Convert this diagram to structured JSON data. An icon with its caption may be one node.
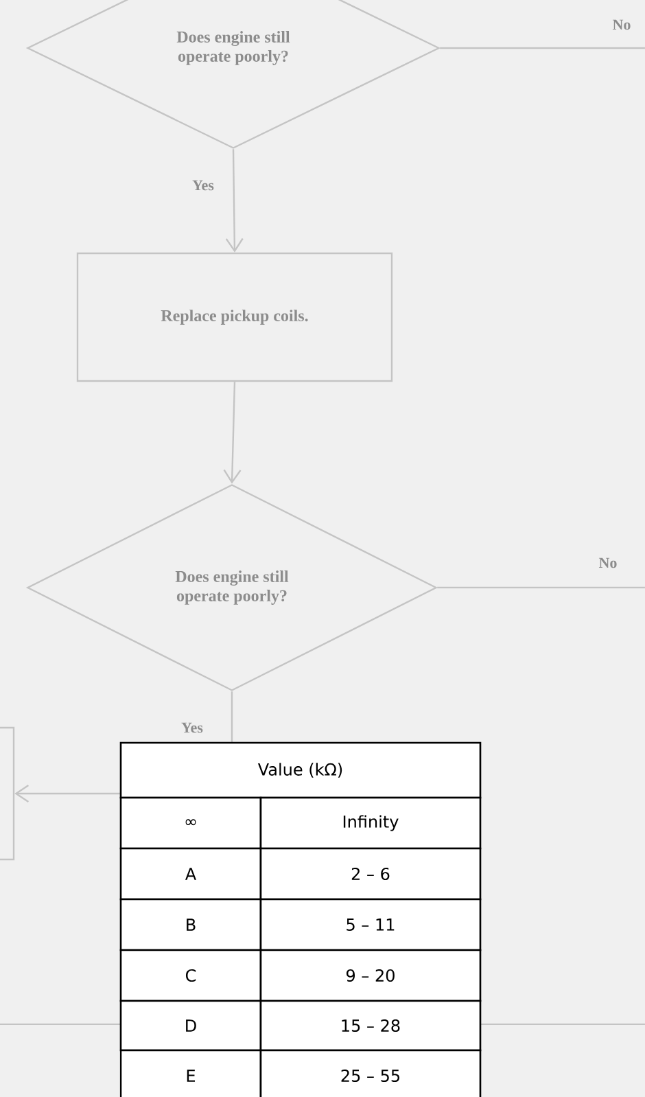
{
  "diagram": {
    "nodes": [
      {
        "text": [
          "Does engine still operate poorly?"
        ]
      },
      {
        "text": [
          "Replace pickup coils."
        ]
      },
      {
        "text": [
          "Does engine still operate poorly?"
        ]
      },
      {
        "text": [],
        "shape": "box"
      }
    ],
    "edges": [
      {
        "from": 0,
        "to": null,
        "arrow": "none",
        "label": "No"
      },
      {
        "from": 0,
        "to": 1,
        "arrow": "to",
        "label": "Yes"
      },
      {
        "from": 1,
        "to": 2,
        "arrow": "to"
      },
      {
        "from": 2,
        "to": null,
        "arrow": "none",
        "label": "No"
      },
      {
        "from": 2,
        "to": 3,
        "arrow": "to",
        "label": "Yes"
      }
    ],
    "labels": [
      "Value (kΩ)",
      "∞",
      "Infinity",
      "A",
      "2 – 6",
      "B",
      "5 – 11",
      "C",
      "9 – 20",
      "D",
      "15 – 28",
      "E",
      "25 – 55"
    ]
  }
}
